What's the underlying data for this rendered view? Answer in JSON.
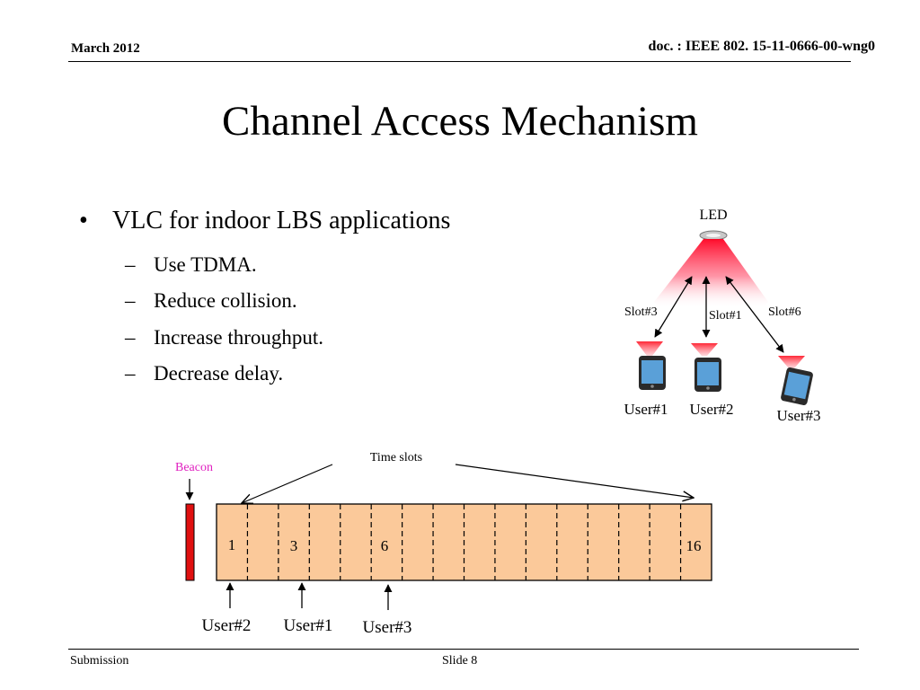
{
  "header": {
    "date": "March 2012",
    "doc_id": "doc. : IEEE 802. 15-11-0666-00-wng0"
  },
  "title": "Channel Access Mechanism",
  "bullets": {
    "main": "VLC for indoor LBS applications",
    "subs": [
      "Use TDMA.",
      "Reduce collision.",
      "Increase throughput.",
      "Decrease delay."
    ]
  },
  "led_diagram": {
    "led_label": "LED",
    "slot_labels": [
      "Slot#3",
      "Slot#1",
      "Slot#6"
    ],
    "user_labels": [
      "User#1",
      "User#2",
      "User#3"
    ],
    "colors": {
      "beam": "#ff1a2e",
      "phone_body": "#2a2a2a",
      "phone_screen": "#5aa0d8"
    }
  },
  "tdma_frame": {
    "beacon_label": "Beacon",
    "beacon_label_color": "#e020c0",
    "time_slots_label": "Time slots",
    "slot_numbers": [
      "1",
      "3",
      "6",
      "16"
    ],
    "users": [
      "User#2",
      "User#1",
      "User#3"
    ],
    "colors": {
      "frame_fill": "#fbc99a",
      "beacon_fill": "#e01010"
    }
  },
  "footer": {
    "left": "Submission",
    "center": "Slide 8"
  }
}
